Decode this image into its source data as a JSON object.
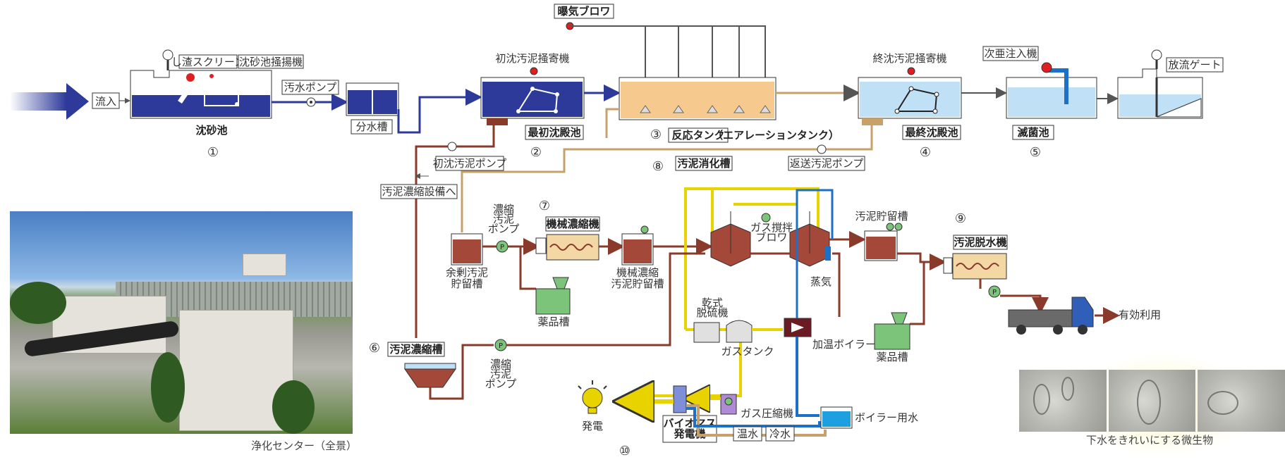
{
  "labels": {
    "inflow": "流入",
    "screen": "し渣スクリーン",
    "grit_lifter": "沈砂池掻揚機",
    "grit_chamber": "沈砂池",
    "sewage_pump": "汚水ポンプ",
    "distribution_tank": "分水槽",
    "primary_collector": "初沈汚泥掻寄機",
    "primary_tank": "最初沈殿池",
    "blower": "曝気ブロワ",
    "reaction_tank": "反応タンク",
    "reaction_tank_sub": "（エアレーションタンク）",
    "final_collector": "終沈汚泥掻寄機",
    "final_tank": "最終沈殿池",
    "chlorinator": "次亜注入機",
    "disinfection_tank": "滅菌池",
    "discharge_gate": "放流ゲート",
    "primary_sludge_pump": "初沈汚泥ポンプ",
    "to_thickening": "汚泥濃縮設備へ",
    "return_sludge_pump": "返送汚泥ポンプ",
    "digester": "汚泥消化槽",
    "conc_pump_a": "濃縮\n汚泥\nポンプ",
    "excess_storage": "余剰汚泥\n貯留槽",
    "mech_thickener": "機械濃縮機",
    "mech_storage": "機械濃縮\n汚泥貯留槽",
    "chem_tank_a": "薬品槽",
    "gas_mixer": "ガス撹拌\nブロワ",
    "steam": "蒸気",
    "sludge_storage": "汚泥貯留槽",
    "dewatering": "汚泥脱水機",
    "effective_use": "有効利用",
    "dry_desulfurizer": "乾式\n脱硫機",
    "gas_tank": "ガスタンク",
    "heating_boiler": "加温ボイラー",
    "chem_tank_b": "薬品槽",
    "thickener": "汚泥濃縮槽",
    "conc_pump_b": "濃縮\n汚泥\nポンプ",
    "gas_compressor": "ガス圧縮機",
    "boiler_water": "ボイラー用水",
    "warm_water": "温水",
    "cold_water": "冷水",
    "biomass": "バイオマス\n発電機",
    "power": "発電",
    "photo_caption": "浄化センター（全景）",
    "micro_caption": "下水をきれいにする微生物"
  },
  "numbers": [
    "①",
    "②",
    "③",
    "④",
    "⑤",
    "⑥",
    "⑦",
    "⑧",
    "⑨",
    "⑩"
  ],
  "colors": {
    "water_dark": "#2d3a9a",
    "sludge": "#8a3a2a",
    "tan_pipe": "#c8a06a",
    "gas": "#e8d200",
    "hot_blue": "#1e6fc8",
    "reaction": "#f6c98f",
    "final_water": "#bfe0f5",
    "green": "#7cc47a",
    "red_dot": "#e02020"
  }
}
